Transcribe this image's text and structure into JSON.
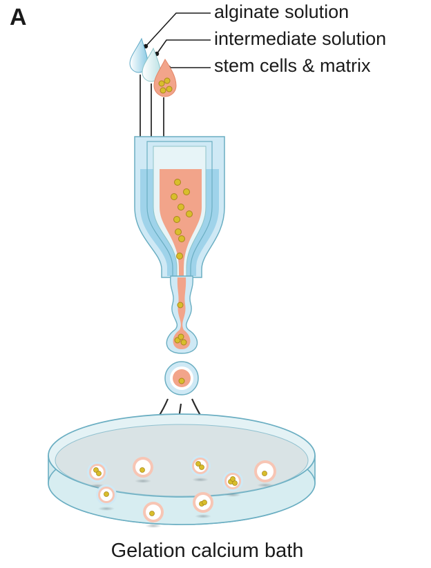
{
  "panel_label": "A",
  "labels": {
    "alginate": "alginate solution",
    "intermediate": "intermediate solution",
    "stem_cells": "stem cells & matrix"
  },
  "caption": "Gelation calcium bath",
  "colors": {
    "alginate_blue": "#8fcde6",
    "alginate_light": "#cfe9f5",
    "intermediate_white": "#e8f5f8",
    "core_salmon": "#f2a48a",
    "cell_yellow": "#d8be2c",
    "cell_outline": "#b8941c",
    "arrow": "#2b2b2b",
    "dish_fill": "#dbeef2",
    "dish_stroke": "#6aaec2"
  }
}
